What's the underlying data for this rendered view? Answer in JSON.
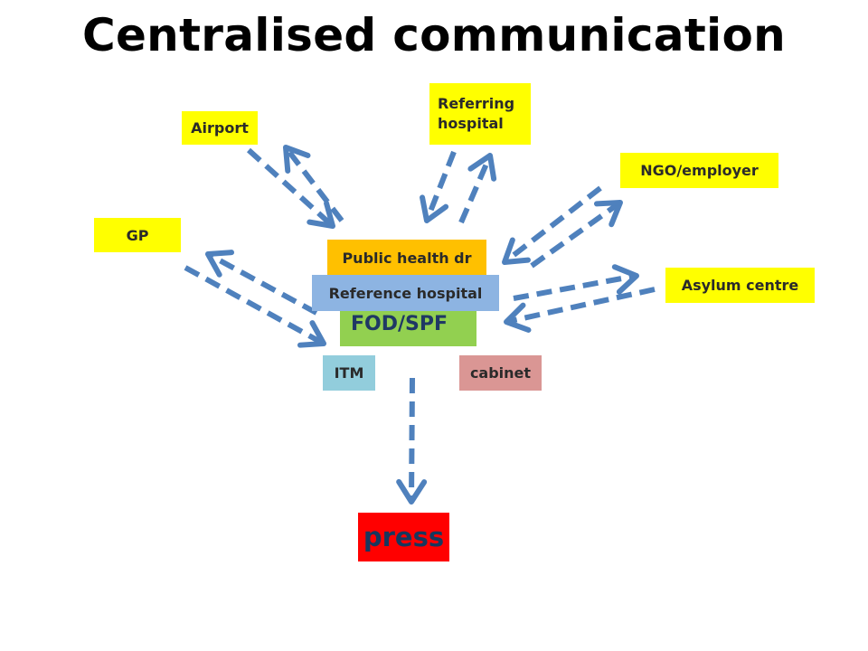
{
  "title": "Centralised communication",
  "nodes": {
    "airport": "Airport",
    "referring_line1": "Referring",
    "referring_line2": "hospital",
    "ngo": "NGO/employer",
    "gp": "GP",
    "asylum": "Asylum centre",
    "public_health": "Public health dr",
    "reference_hospital": "Reference hospital",
    "fod": "FOD/SPF",
    "itm": "ITM",
    "cabinet": "cabinet",
    "press": "press"
  },
  "colors": {
    "arrow": "#4f81bd",
    "yellow": "#ffff00",
    "orange": "#ffc000",
    "green": "#92d050",
    "blue": "#8db4e2",
    "light_blue": "#92cddc",
    "pink": "#da9694",
    "red": "#ff0000"
  }
}
